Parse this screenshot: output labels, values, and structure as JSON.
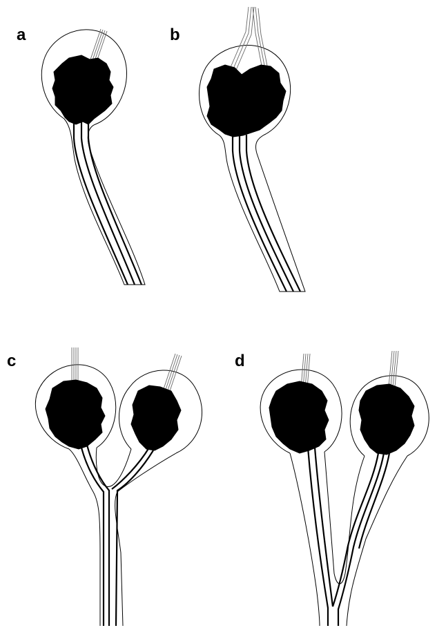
{
  "panels": [
    {
      "id": "a",
      "label": "a"
    },
    {
      "id": "b",
      "label": "b"
    },
    {
      "id": "c",
      "label": "c"
    },
    {
      "id": "d",
      "label": "d"
    }
  ],
  "colors": {
    "ink": "#000000",
    "wire": "#666666",
    "background": "#ffffff"
  }
}
